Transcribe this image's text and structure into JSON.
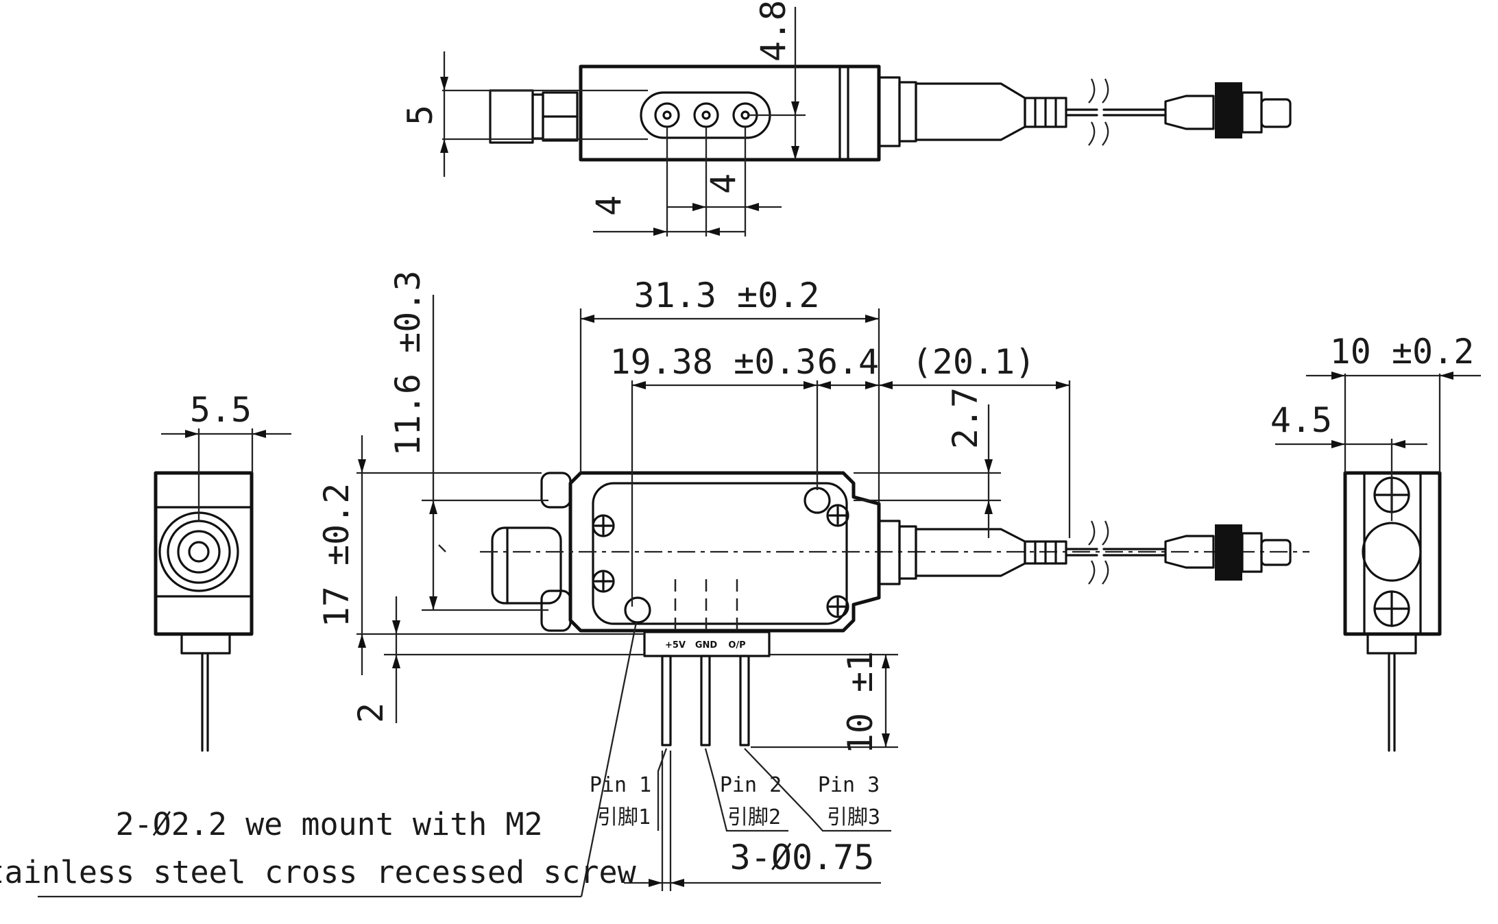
{
  "top_view": {
    "dim_height": "4.8",
    "dim_width": "5",
    "dim_pitch_a": "4",
    "dim_pitch_b": "4"
  },
  "front_view": {
    "dim_length": "31.3 ±0.2",
    "dim_hole_spacing": "19.38 ±0.3",
    "dim_right_offset": "6.4",
    "dim_fiber": "(20.1)",
    "dim_fiber_height": "2.7",
    "dim_inner_height": "11.6 ±0.3",
    "dim_total_height": "17 ±0.2",
    "dim_standoff": "2",
    "dim_pin_length": "10 ±1",
    "dim_pin_dia": "3-Ø0.75",
    "pin_labels": [
      "+5V",
      "GND",
      "O/P"
    ],
    "pins": [
      {
        "en": "Pin 1",
        "cn": "引脚1"
      },
      {
        "en": "Pin 2",
        "cn": "引脚2"
      },
      {
        "en": "Pin 3",
        "cn": "引脚3"
      }
    ],
    "mount_note_line1": "2-Ø2.2  we mount with M2",
    "mount_note_line2": "Stainless steel cross recessed screw"
  },
  "left_view": {
    "dim_width": "5.5"
  },
  "right_view": {
    "dim_width": "10 ±0.2",
    "dim_offset": "4.5"
  }
}
